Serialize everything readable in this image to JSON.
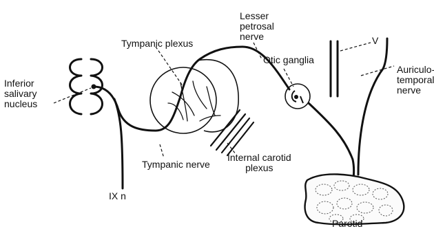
{
  "labels": {
    "lesser_petrosal_1": "Lesser",
    "lesser_petrosal_2": "petrosal",
    "lesser_petrosal_3": "nerve",
    "tympanic_plexus": "Tympanic plexus",
    "otic_ganglia": "Otic ganglia",
    "v": "V",
    "auriculo_1": "Auriculo-",
    "auriculo_2": "temporal",
    "auriculo_3": "nerve",
    "inferior_1": "Inferior",
    "inferior_2": "salivary",
    "inferior_3": "nucleus",
    "internal_carotid_1": "Internal carotid",
    "internal_carotid_2": "plexus",
    "tympanic_nerve": "Tympanic nerve",
    "ix_n": "IX n",
    "parotid": "Parotid"
  },
  "colors": {
    "ink": "#111111",
    "background": "#ffffff"
  }
}
